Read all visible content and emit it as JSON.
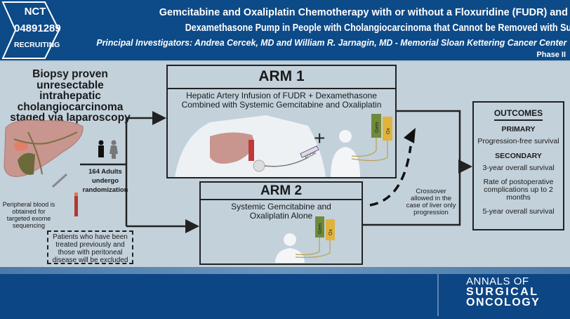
{
  "header": {
    "nct_prefix": "NCT",
    "nct_number": "04891289",
    "status": "RECRUITING",
    "title_line1": "Gemcitabine and Oxaliplatin Chemotherapy with or without a Floxuridine (FUDR) and",
    "title_line2": "Dexamethasone Pump in People with Cholangiocarcinoma that Cannot be Removed with Surgery",
    "investigators": "Principal Investigators: Andrea Cercek, MD and William R. Jarnagin, MD - Memorial Sloan Kettering Cancer Center",
    "phase": "Phase II"
  },
  "population": {
    "title": "Biopsy proven unresectable intrahepatic cholangiocarcinoma staged via laparoscopy",
    "blood_note": "Peripheral blood is obtained for targeted exome sequencing",
    "randomization": "164 Adults undergo randomization",
    "exclusion": "Patients who have been treated previously and those with peritoneal disease will be excluded"
  },
  "arm1": {
    "title": "ARM 1",
    "description": "Hepatic Artery Infusion of FUDR + Dexamethasone Combined with Systemic Gemcitabine and Oxaliplatin",
    "plus": "+",
    "syringe_label": "FUDR",
    "bag1": "Gem",
    "bag2": "Ox"
  },
  "arm2": {
    "title": "ARM 2",
    "description": "Systemic Gemcitabine and Oxaliplatin Alone",
    "bag1": "Gem",
    "bag2": "Ox"
  },
  "crossover": "Crossover allowed in the case of liver only progression",
  "outcomes": {
    "title": "OUTCOMES",
    "primary_label": "PRIMARY",
    "primary": [
      "Progression-free survival"
    ],
    "secondary_label": "SECONDARY",
    "secondary": [
      "3-year overall survival",
      "Rate of postoperative complications up to 2 months",
      "5-year overall survival"
    ]
  },
  "logo": {
    "line1": "ANNALS OF",
    "line2": "SURGICAL",
    "line3": "ONCOLOGY"
  },
  "colors": {
    "header_bg": "#0d4a88",
    "canvas_bg": "#c3d1db",
    "gem_bag": "#6f8a3a",
    "ox_bag": "#e0b33c",
    "liver": "#c9958f"
  }
}
